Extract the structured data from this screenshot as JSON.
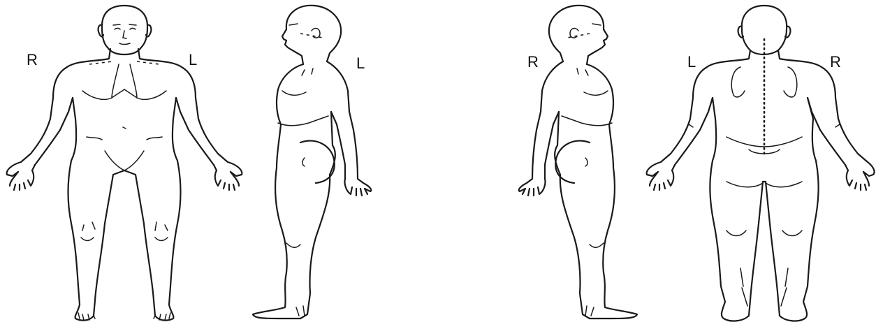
{
  "side_labels": {
    "front_right": "R",
    "front_left": "L",
    "left_profile": "L",
    "right_profile": "R",
    "back_left": "L",
    "back_right": "R"
  }
}
